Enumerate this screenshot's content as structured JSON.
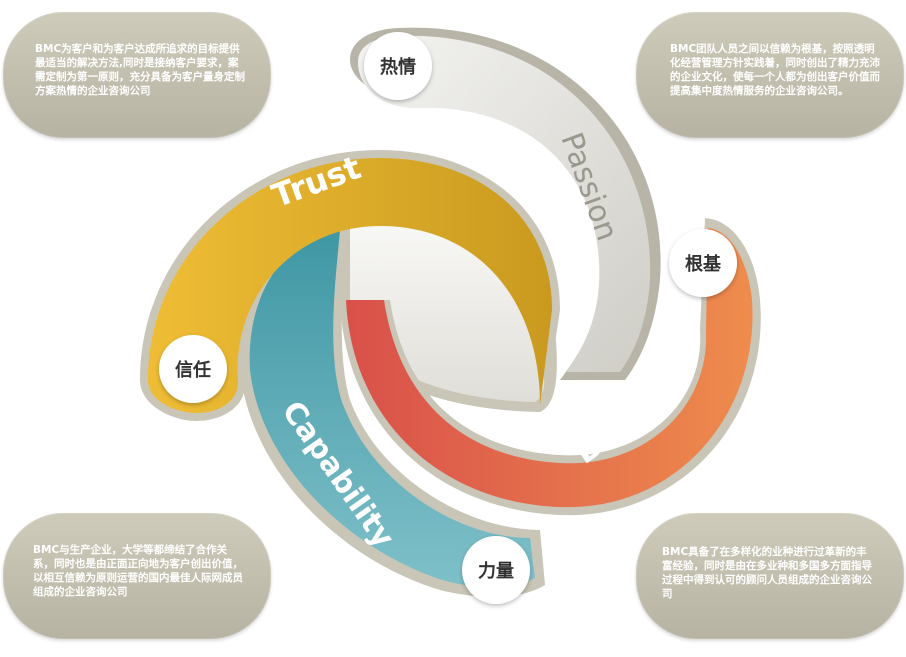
{
  "segments": {
    "passion": {
      "label": "Passion",
      "badge": "热情",
      "color": "#d9d7d0"
    },
    "base": {
      "label": "Base",
      "badge": "根基",
      "color": "#e8674a"
    },
    "capability": {
      "label": "Capability",
      "badge": "力量",
      "color": "#57a9b6"
    },
    "trust": {
      "label": "Trust",
      "badge": "信任",
      "color": "#e3b02b"
    }
  },
  "notes": {
    "top_left": "BMC为客户和为客户达成所追求的目标提供最适当的解决方法,同时是接纳客户要求，案需定制为第一原则，充分具备为客户量身定制方案热情的企业咨询公司",
    "top_right": "BMC团队人员之间以信赖为根基，按照透明化经营管理方针实践着，同时创出了精力充沛的企业文化，使每一个人都为创出客户价值而提高集中度热情服务的企业咨询公司。",
    "bottom_left": "BMC与生产企业，大学等都缔结了合作关系，同时也是由正面正向地为客户创出价值，以相互信赖为原则运营的国内最佳人际网成员组成的企业咨询公司",
    "bottom_right": "BMC具备了在多样化的业种进行过革新的丰富经验，同时是由在多业种和多国多方面指导过程中得到认可的顾问人员组成的企业咨询公司"
  }
}
